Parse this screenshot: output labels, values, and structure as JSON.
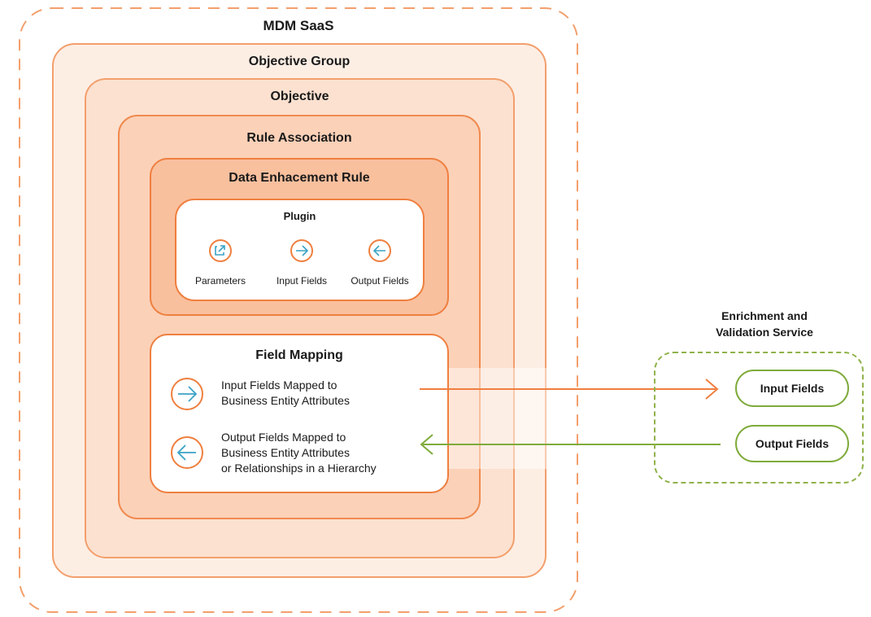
{
  "diagram": {
    "outer_title": "MDM SaaS",
    "objective_group_title": "Objective Group",
    "objective_title": "Objective",
    "rule_association_title": "Rule Association",
    "data_enhancement_rule_title": "Data Enhacement Rule",
    "plugin": {
      "title": "Plugin",
      "items": [
        {
          "label": "Parameters",
          "icon": "external-link-icon"
        },
        {
          "label": "Input Fields",
          "icon": "arrow-right-icon"
        },
        {
          "label": "Output Fields",
          "icon": "arrow-left-icon"
        }
      ]
    },
    "field_mapping": {
      "title": "Field Mapping",
      "input_line1": "Input Fields Mapped to",
      "input_line2": "Business Entity Attributes",
      "output_line1": "Output Fields Mapped to",
      "output_line2": "Business Entity Attributes",
      "output_line3": "or Relationships in a Hierarchy"
    },
    "external": {
      "title_line1": "Enrichment and",
      "title_line2": "Validation Service",
      "input_fields": "Input Fields",
      "output_fields": "Output Fields"
    }
  },
  "colors": {
    "orange": "#ef7f3f",
    "green": "#7fab3b",
    "teal_icon": "#3aa3c4"
  }
}
